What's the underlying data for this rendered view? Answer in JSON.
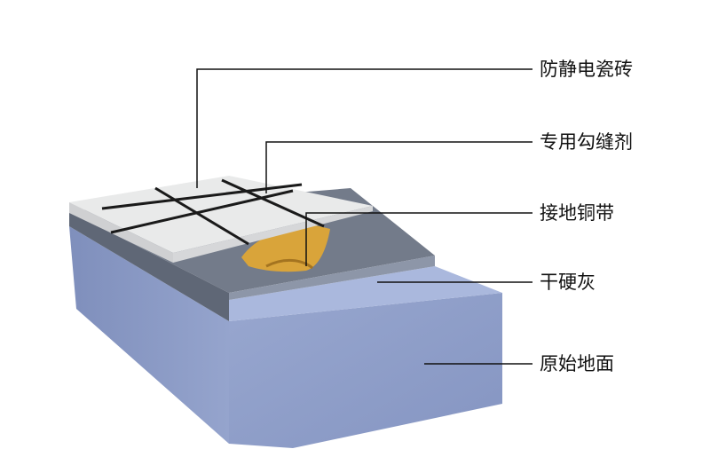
{
  "diagram": {
    "type": "floor-layer-cross-section",
    "labels": {
      "tile": "防静电瓷砖",
      "grout": "专用勾缝剂",
      "copper_strip": "接地铜带",
      "mortar": "干硬灰",
      "subfloor": "原始地面"
    },
    "colors": {
      "subfloor_front": "#8f9fc8",
      "subfloor_top": "#a9b7dc",
      "mortar": "#6f7786",
      "tile": "#e9eaea",
      "copper": "#d9a43a",
      "leader_line": "#111111"
    }
  }
}
